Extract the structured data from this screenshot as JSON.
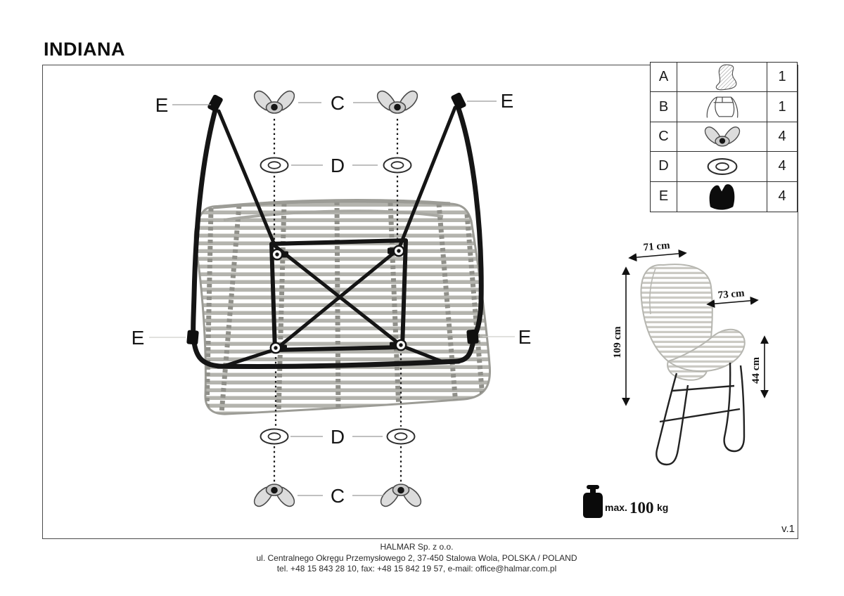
{
  "title": "INDIANA",
  "version_label": "v.1",
  "parts_table": {
    "rows": [
      {
        "letter": "A",
        "icon": "chair-shell-icon",
        "qty": "1"
      },
      {
        "letter": "B",
        "icon": "base-frame-icon",
        "qty": "1"
      },
      {
        "letter": "C",
        "icon": "wing-nut-icon",
        "qty": "4"
      },
      {
        "letter": "D",
        "icon": "washer-icon",
        "qty": "4"
      },
      {
        "letter": "E",
        "icon": "clamp-icon",
        "qty": "4"
      }
    ]
  },
  "assembly_labels": {
    "c": "C",
    "d": "D",
    "e": "E"
  },
  "dimensions": {
    "width": "71 cm",
    "depth": "73 cm",
    "height": "109 cm",
    "seat_height": "44 cm"
  },
  "max_load": {
    "prefix": "max.",
    "value": "100",
    "unit": "kg"
  },
  "footer": {
    "company": "HALMAR Sp. z o.o.",
    "address": "ul. Centralnego Okręgu Przemysłowego 2, 37-450 Stalowa Wola, POLSKA / POLAND",
    "contact": "tel. +48 15 843 28 10, fax: +48 15 842 19 57, e-mail: office@halmar.com.pl"
  },
  "colors": {
    "frame_black": "#151515",
    "rattan_gray": "#b4b4ae",
    "line_gray": "#9a9a9a"
  }
}
